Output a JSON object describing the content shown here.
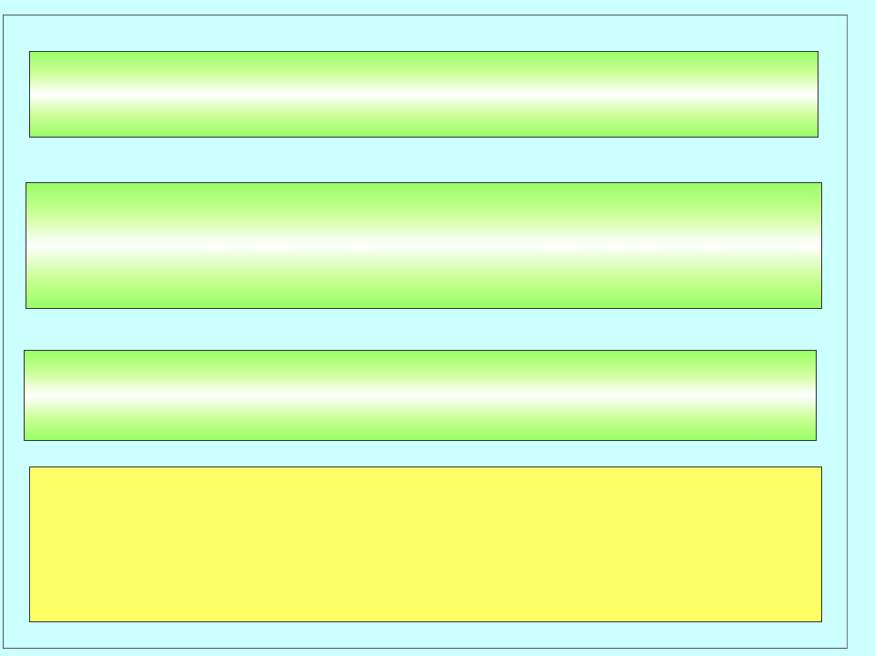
{
  "slide": {
    "background_color": "#ccffff",
    "panels": [
      {
        "id": "panel-1",
        "style": "green-gradient",
        "text": ""
      },
      {
        "id": "panel-2",
        "style": "green-gradient",
        "text": ""
      },
      {
        "id": "panel-3",
        "style": "green-gradient",
        "text": ""
      },
      {
        "id": "panel-4",
        "style": "solid-yellow",
        "text": ""
      }
    ]
  },
  "colors": {
    "gradient_edge": "#99ff66",
    "gradient_center": "#ffffff",
    "yellow_fill": "#ffff66",
    "border": "#333333"
  }
}
